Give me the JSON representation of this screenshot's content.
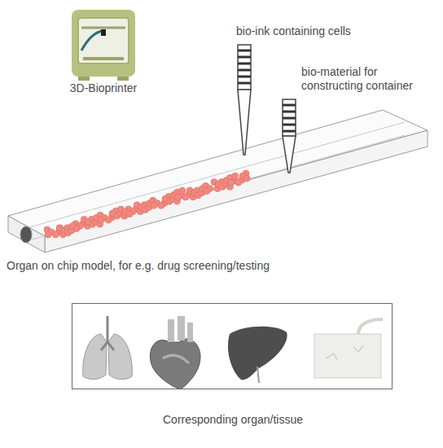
{
  "diagram": {
    "nodes": [
      {
        "text": [
          "Corresponding organ/tissue"
        ]
      }
    ],
    "labels": [
      "3D-Bioprinter",
      "bio-ink containing cells",
      "bio-material for constructing container",
      "Organ on chip model, for e.g. drug screening/testing"
    ]
  }
}
